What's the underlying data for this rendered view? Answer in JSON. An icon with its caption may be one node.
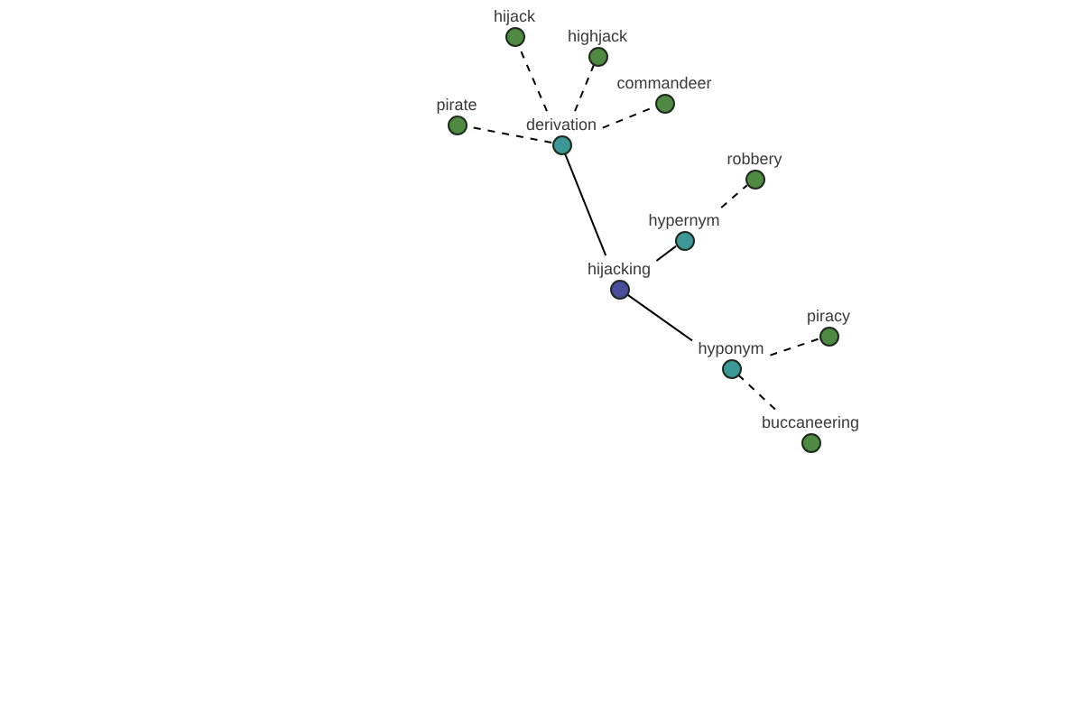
{
  "diagram": {
    "nodes": [
      {
        "text": [
          "hijack"
        ]
      },
      {
        "text": [
          "highjack"
        ]
      },
      {
        "text": [
          "commandeer"
        ]
      },
      {
        "text": [
          "pirate"
        ]
      },
      {
        "text": [
          "derivation"
        ]
      },
      {
        "text": [
          "robbery"
        ]
      },
      {
        "text": [
          "hypernym"
        ]
      },
      {
        "text": [
          "hijacking"
        ]
      },
      {
        "text": [
          "piracy"
        ]
      },
      {
        "text": [
          "hyponym"
        ]
      },
      {
        "text": [
          "buccaneering"
        ]
      }
    ],
    "edges": [
      {
        "from": 7,
        "to": 4,
        "arrow": "none"
      },
      {
        "from": 7,
        "to": 6,
        "arrow": "none"
      },
      {
        "from": 7,
        "to": 9,
        "arrow": "none"
      },
      {
        "from": 4,
        "to": 0,
        "arrow": "none",
        "style": "dashed"
      },
      {
        "from": 4,
        "to": 1,
        "arrow": "none",
        "style": "dashed"
      },
      {
        "from": 4,
        "to": 2,
        "arrow": "none",
        "style": "dashed"
      },
      {
        "from": 4,
        "to": 3,
        "arrow": "none",
        "style": "dashed"
      },
      {
        "from": 6,
        "to": 5,
        "arrow": "none",
        "style": "dashed"
      },
      {
        "from": 9,
        "to": 8,
        "arrow": "none",
        "style": "dashed"
      },
      {
        "from": 9,
        "to": 10,
        "arrow": "none",
        "style": "dashed"
      }
    ]
  }
}
